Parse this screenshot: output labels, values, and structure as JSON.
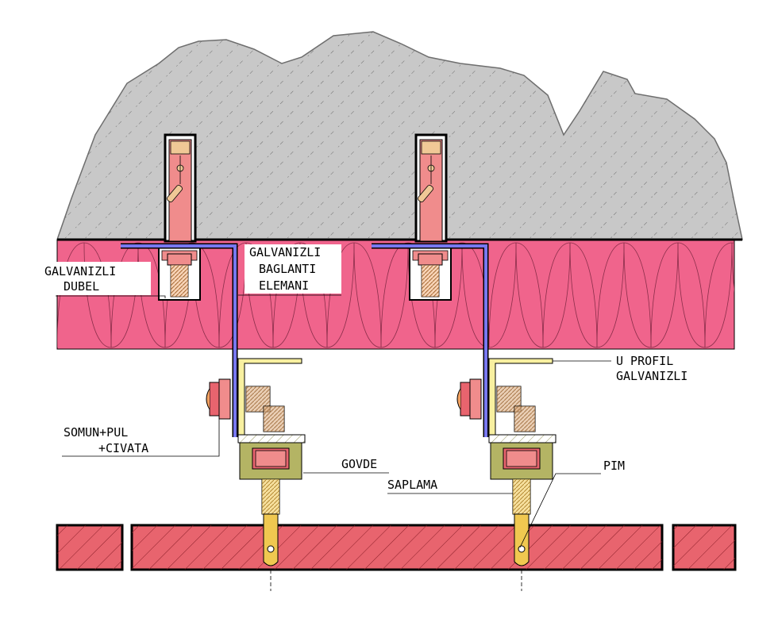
{
  "labels": {
    "dubel_line1": "GALVANIZLI",
    "dubel_line2": "DUBEL",
    "baglanti_line1": "GALVANIZLI",
    "baglanti_line2": "BAGLANTI",
    "baglanti_line3": "ELEMANI",
    "uprofil_line1": "U PROFIL",
    "uprofil_line2": "GALVANIZLI",
    "somun_line1": "SOMUN+PUL",
    "somun_line2": "+CIVATA",
    "govde": "GOVDE",
    "saplama": "SAPLAMA",
    "pim": "PIM"
  },
  "colors": {
    "wall_fill": "#c8c8c8",
    "insulation_fill": "#f0648c",
    "bracket_blue": "#7878f0",
    "dowel_fill": "#f08c8c",
    "anchor_tip": "#f0c896",
    "u_profile_fill": "#f8f0a0",
    "body_fill": "#b4b464",
    "stud_fill": "#f0c850",
    "panel_fill": "#e8646e",
    "screw_fill": "#d8a878"
  }
}
